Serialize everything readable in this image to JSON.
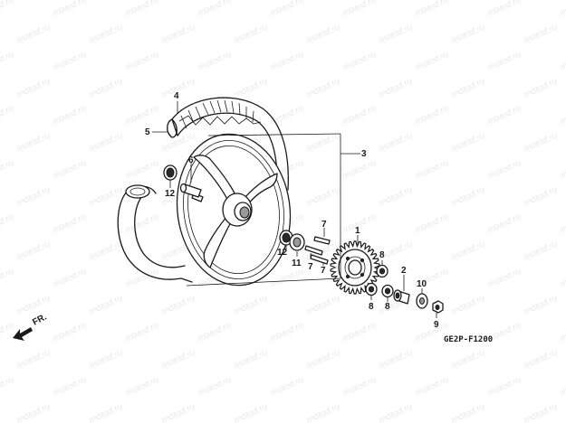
{
  "watermark": {
    "text": "motod.ru",
    "color": "#e9e9e9"
  },
  "diagram": {
    "code": "GE2P-F1200",
    "direction_label": "FR.",
    "part_labels": [
      {
        "id": "callout-1",
        "text": "1"
      },
      {
        "id": "callout-2",
        "text": "2"
      },
      {
        "id": "callout-3",
        "text": "3"
      },
      {
        "id": "callout-4",
        "text": "4"
      },
      {
        "id": "callout-5",
        "text": "5"
      },
      {
        "id": "callout-6",
        "text": "6"
      },
      {
        "id": "callout-7a",
        "text": "7"
      },
      {
        "id": "callout-7b",
        "text": "7"
      },
      {
        "id": "callout-7c",
        "text": "7"
      },
      {
        "id": "callout-8a",
        "text": "8"
      },
      {
        "id": "callout-8b",
        "text": "8"
      },
      {
        "id": "callout-8c",
        "text": "8"
      },
      {
        "id": "callout-9",
        "text": "9"
      },
      {
        "id": "callout-10",
        "text": "10"
      },
      {
        "id": "callout-11",
        "text": "11"
      },
      {
        "id": "callout-12a",
        "text": "12"
      },
      {
        "id": "callout-12b",
        "text": "12"
      }
    ]
  }
}
